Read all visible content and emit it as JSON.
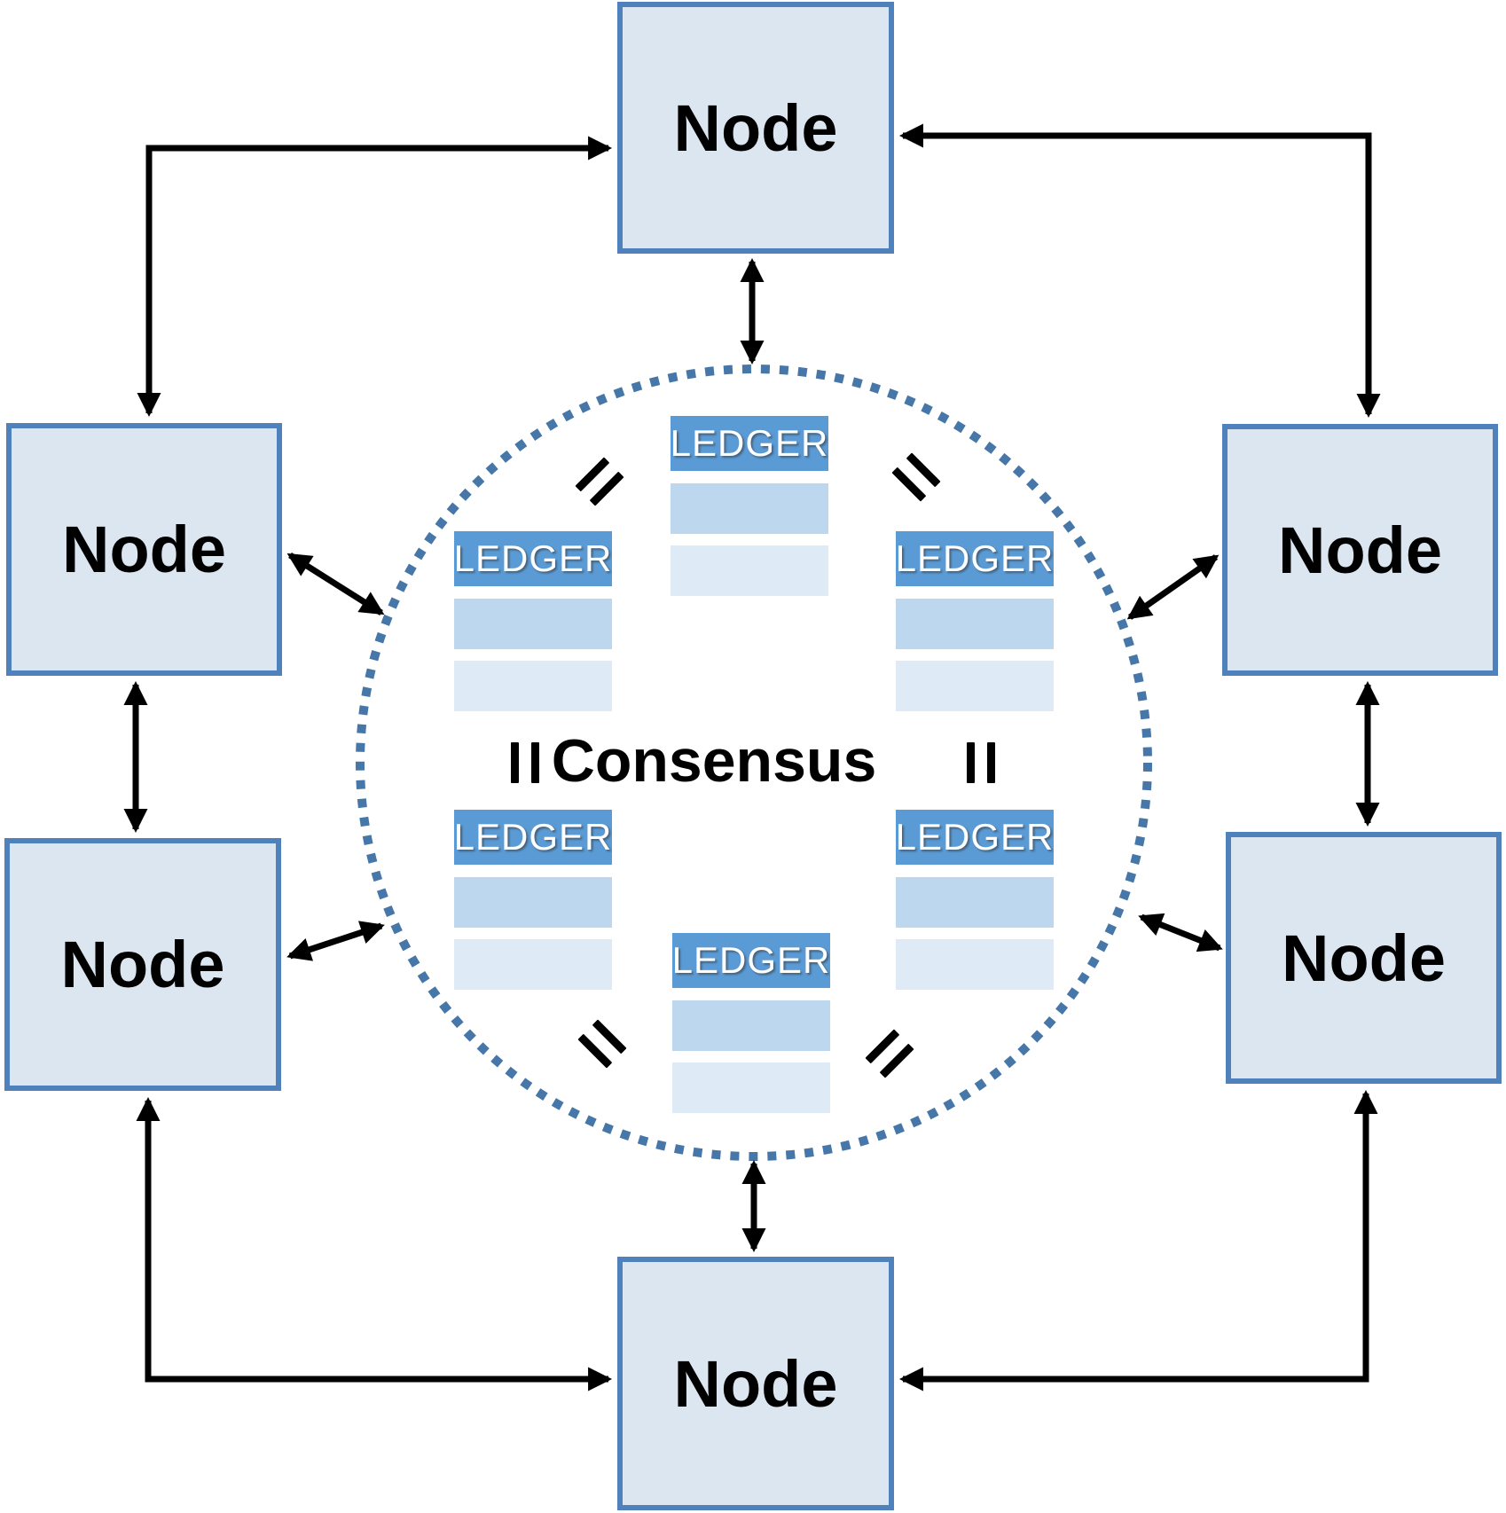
{
  "nodes": [
    {
      "position": "top",
      "label": "Node"
    },
    {
      "position": "upper-left",
      "label": "Node"
    },
    {
      "position": "upper-right",
      "label": "Node"
    },
    {
      "position": "lower-left",
      "label": "Node"
    },
    {
      "position": "lower-right",
      "label": "Node"
    },
    {
      "position": "bottom",
      "label": "Node"
    }
  ],
  "center": {
    "consensus_label": "Consensus",
    "ledgers": [
      {
        "position": "top",
        "label": "LEDGER"
      },
      {
        "position": "upper-left",
        "label": "LEDGER"
      },
      {
        "position": "upper-right",
        "label": "LEDGER"
      },
      {
        "position": "lower-left",
        "label": "LEDGER"
      },
      {
        "position": "lower-right",
        "label": "LEDGER"
      },
      {
        "position": "bottom",
        "label": "LEDGER"
      }
    ],
    "equals_icon": "="
  },
  "colors": {
    "node_fill": "#dce6f1",
    "node_border": "#4f81bd",
    "ledger_header": "#5b9bd5",
    "ledger_row1": "#bdd7ee",
    "ledger_row2": "#deeaf6",
    "ledger_text": "#ffffff",
    "circle_dot": "#4677a8",
    "arrow": "#000000",
    "label_text": "#000000"
  }
}
